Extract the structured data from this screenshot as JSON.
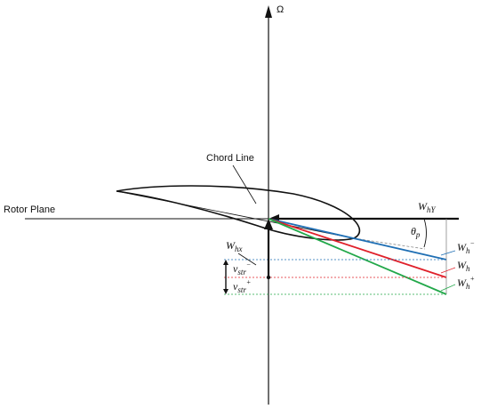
{
  "labels": {
    "omega": "Ω",
    "chord_line": "Chord Line",
    "rotor_plane": "Rotor Plane",
    "w_hy": {
      "base": "W",
      "sub": "hY"
    },
    "w_hx": {
      "base": "W",
      "sub": "hx"
    },
    "theta_p": {
      "base": "θ",
      "sub": "p"
    },
    "w_h_minus": {
      "base": "W",
      "sub": "h",
      "sup": "−"
    },
    "w_h": {
      "base": "W",
      "sub": "h"
    },
    "w_h_plus": {
      "base": "W",
      "sub": "h",
      "sup": "+"
    },
    "v_str_minus": {
      "base": "v",
      "sub": "str",
      "sup": "−"
    },
    "v_str_plus": {
      "base": "v",
      "sub": "str",
      "sup": "+"
    }
  },
  "colors": {
    "blue": "#1f6fb4",
    "red": "#e0202a",
    "green": "#22a84a",
    "axis": "#111111",
    "guide": "#888888"
  }
}
